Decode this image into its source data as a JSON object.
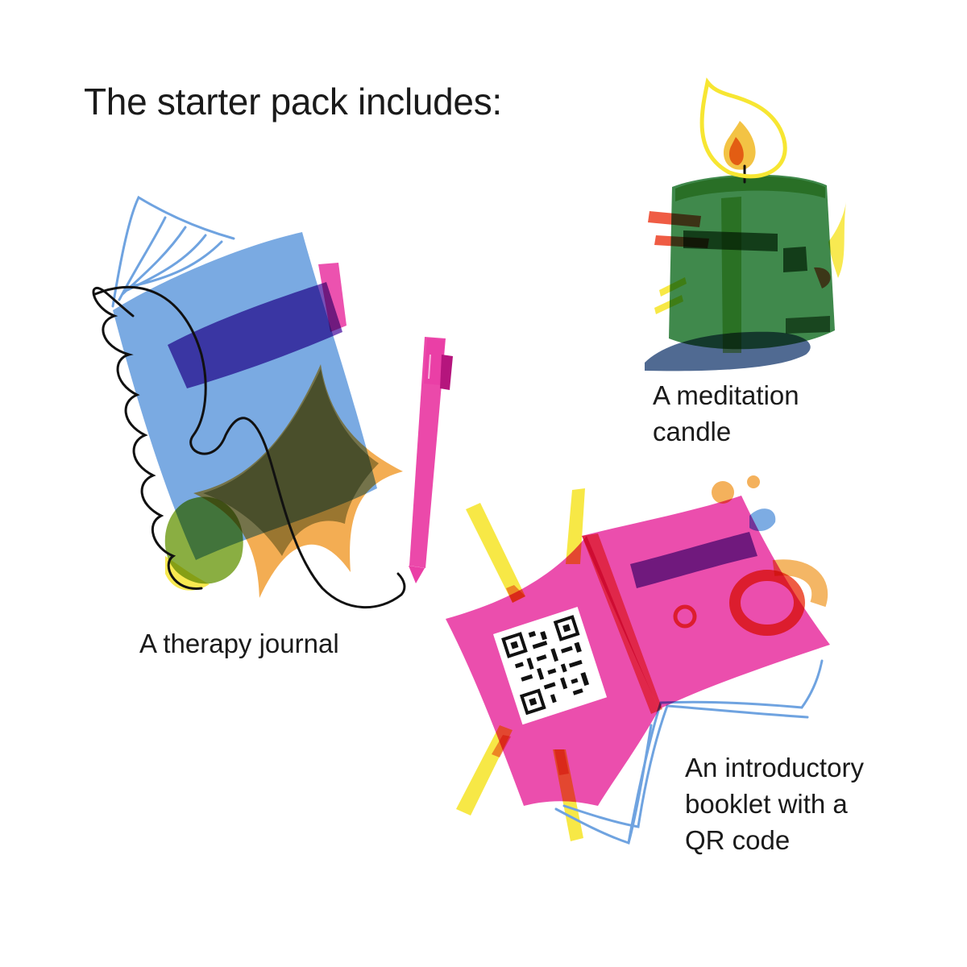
{
  "heading": "The starter pack includes:",
  "items": [
    {
      "id": "journal",
      "caption_lines": [
        "A therapy journal"
      ],
      "icon": "journal-with-pen-icon"
    },
    {
      "id": "candle",
      "caption_lines": [
        "A meditation",
        "candle"
      ],
      "icon": "candle-icon"
    },
    {
      "id": "booklet",
      "caption_lines": [
        "An introductory",
        "booklet with a",
        "QR code"
      ],
      "icon": "booklet-qr-icon"
    }
  ],
  "colors": {
    "blue": "#6fa3e0",
    "purple": "#6a3db0",
    "pink": "#ea3fa6",
    "green": "#2f7f3c",
    "olive": "#6b6a2f",
    "orange": "#f3a94a",
    "yellow": "#f7e632",
    "red": "#ee4a2f",
    "shadow": "#3d5a86",
    "ink": "#111111"
  }
}
